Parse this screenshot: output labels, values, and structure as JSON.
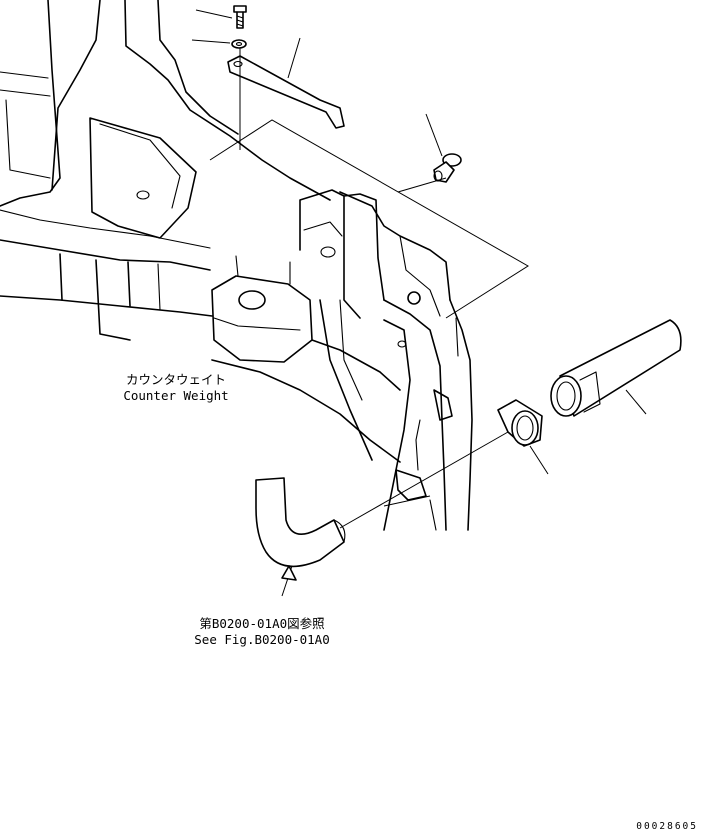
{
  "labels": {
    "counterweight_jp": "カウンタウェイト",
    "counterweight_en": "Counter Weight",
    "reference_jp": "第B0200-01A0図参照",
    "reference_en": "See Fig.B0200-01A0"
  },
  "drawing_number": "00028605"
}
